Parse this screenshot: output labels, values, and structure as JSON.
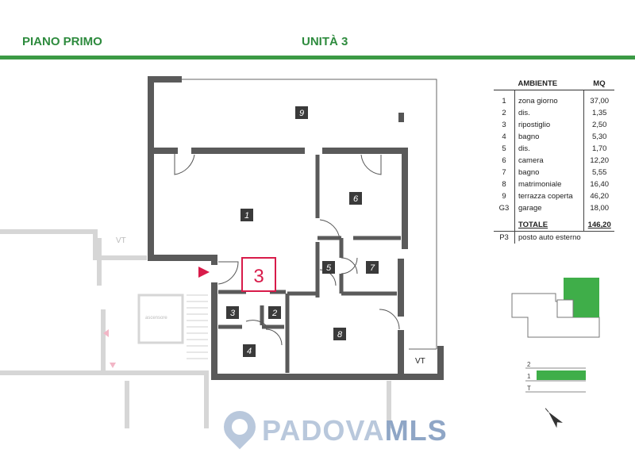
{
  "header": {
    "left": "PIANO PRIMO",
    "right": "UNITÀ 3"
  },
  "unit_marker": "3",
  "rooms": [
    "1",
    "2",
    "3",
    "4",
    "5",
    "6",
    "7",
    "8",
    "9"
  ],
  "vt_labels": [
    "VT",
    "VT"
  ],
  "stair_label": "ascensore",
  "table": {
    "headers": [
      "AMBIENTE",
      "MQ"
    ],
    "rows": [
      {
        "n": "1",
        "name": "zona giorno",
        "mq": "37,00"
      },
      {
        "n": "2",
        "name": "dis.",
        "mq": "1,35"
      },
      {
        "n": "3",
        "name": "ripostiglio",
        "mq": "2,50"
      },
      {
        "n": "4",
        "name": "bagno",
        "mq": "5,30"
      },
      {
        "n": "5",
        "name": "dis.",
        "mq": "1,70"
      },
      {
        "n": "6",
        "name": "camera",
        "mq": "12,20"
      },
      {
        "n": "7",
        "name": "bagno",
        "mq": "5,55"
      },
      {
        "n": "8",
        "name": "matrimoniale",
        "mq": "16,40"
      },
      {
        "n": "9",
        "name": "terrazza coperta",
        "mq": "46,20"
      },
      {
        "n": "G3",
        "name": "garage",
        "mq": "18,00"
      }
    ],
    "total_label": "TOTALE",
    "total_value": "146,20",
    "extra": {
      "n": "P3",
      "name": "posto auto esterno"
    }
  },
  "floors": [
    "2",
    "1",
    "T"
  ],
  "watermark": {
    "part1": "PADOVA",
    "part2": "MLS"
  },
  "colors": {
    "accent_green": "#3b9a45",
    "marker_red": "#d81b4a",
    "wall": "#555555"
  }
}
